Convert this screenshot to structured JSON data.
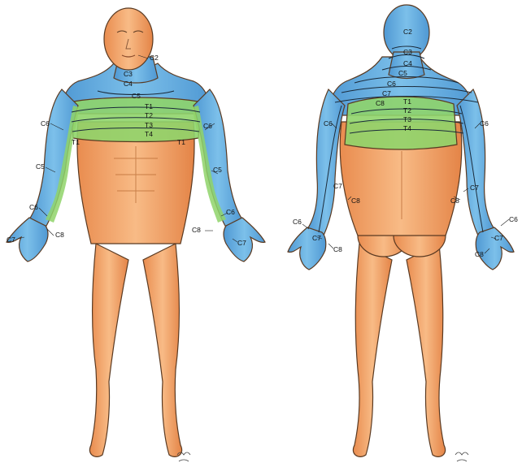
{
  "colors": {
    "skin": "#f2a56d",
    "skin_dark": "#d97e45",
    "blue": "#5fa8dc",
    "green": "#8fd46a",
    "outline": "#5a3a22"
  },
  "front": {
    "labels": {
      "c2": "C2",
      "c3": "C3",
      "c4": "C4",
      "c5": "C5",
      "t1": "T1",
      "t2": "T2",
      "t3": "T3",
      "t4": "T4",
      "left_t1": "T1",
      "right_t1": "T1",
      "left_c6_arm": "C6",
      "left_c5": "C5",
      "left_c6_hand": "C6",
      "left_c7": "C7",
      "left_c8": "C8",
      "right_c6_arm": "C6",
      "right_c5": "C5",
      "right_c6_hand": "C6",
      "right_c8": "C8",
      "right_c7": "C7"
    }
  },
  "back": {
    "labels": {
      "c2": "C2",
      "c3": "C3",
      "c4": "C4",
      "c5": "C5",
      "c6": "C6",
      "c7": "C7",
      "c8": "C8",
      "t1": "T1",
      "t2": "T2",
      "t3": "T3",
      "t4": "T4",
      "left_c6_arm": "C6",
      "left_c7_arm": "C7",
      "left_c8_arm": "C8",
      "left_c6_hand": "C6",
      "left_c7_hand": "C7",
      "left_c8_hand": "C8",
      "right_c6_arm": "C6",
      "right_c8_arm": "C8",
      "right_c7_arm": "C7",
      "right_c6_hand": "C6",
      "right_c7_hand": "C7",
      "right_c8_hand": "C8"
    }
  }
}
